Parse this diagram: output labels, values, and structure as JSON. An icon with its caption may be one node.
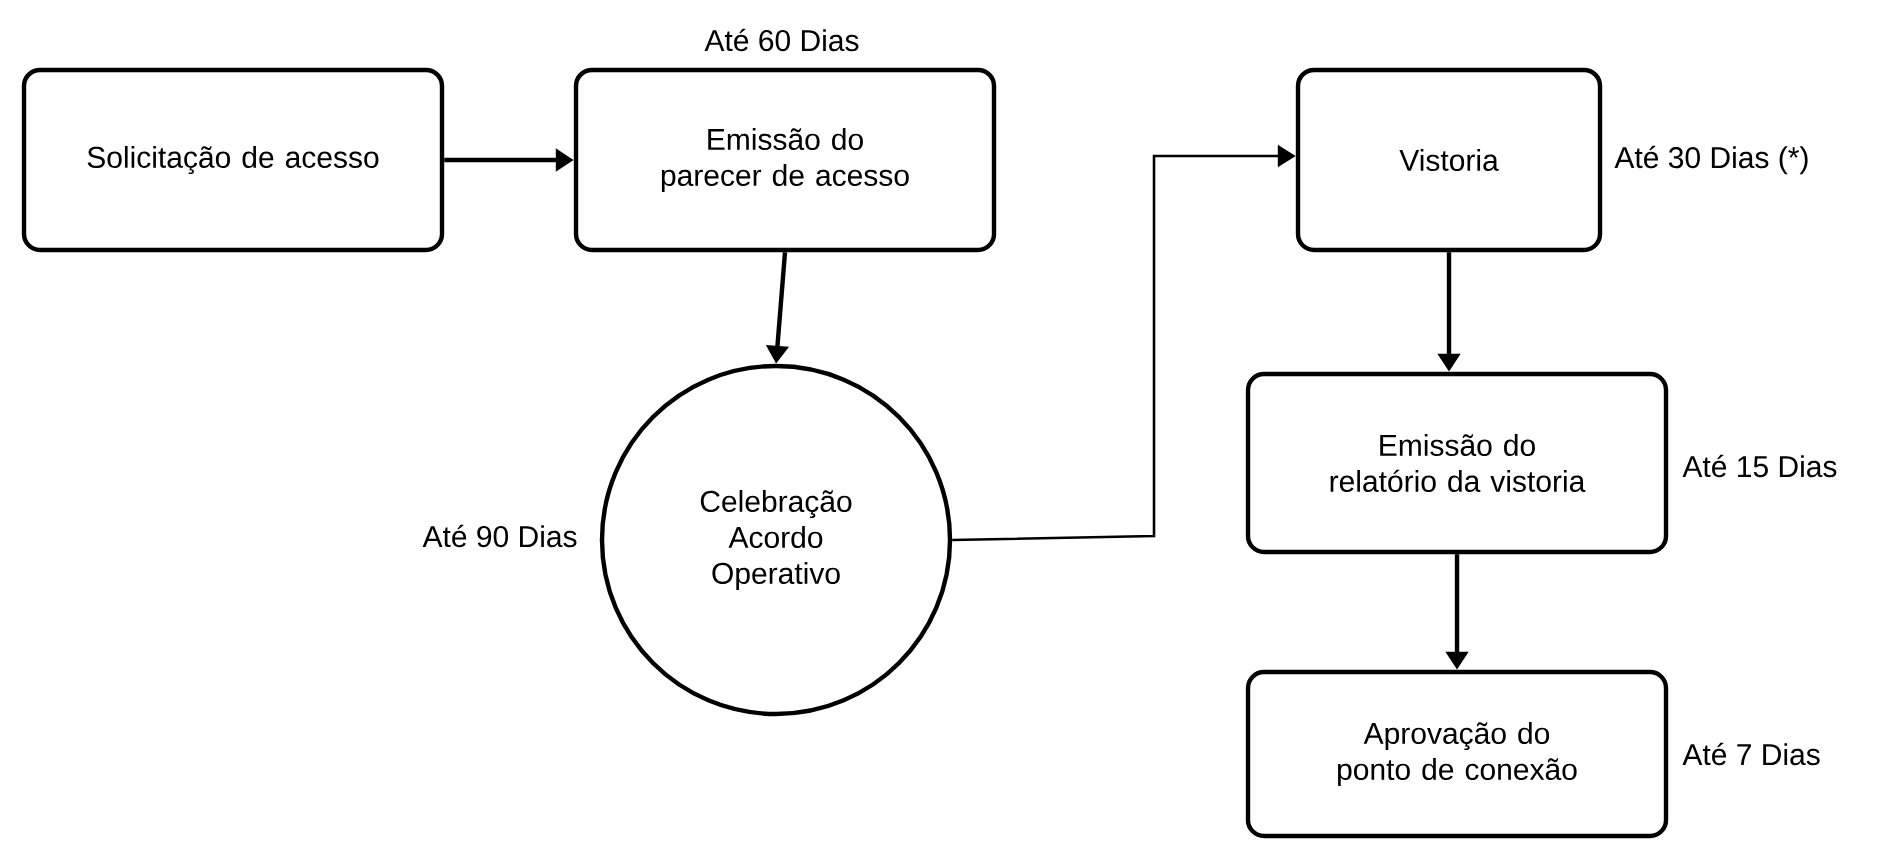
{
  "diagram": {
    "nodes": [
      {
        "text": [
          "Solicitação de acesso"
        ]
      },
      {
        "text": [
          "Emissão do parecer de acesso"
        ],
        "beside": [
          "Até 60 Dias"
        ]
      },
      {
        "text": [
          "Celebração Acordo Operativo"
        ],
        "beside": [
          "Até 90 Dias"
        ]
      },
      {
        "text": [
          "Vistoria"
        ],
        "beside": [
          "Até 30 Dias (*)"
        ]
      },
      {
        "text": [
          "Emissão do relatório da vistoria"
        ],
        "beside": [
          "Até 15 Dias"
        ]
      },
      {
        "text": [
          "Aprovação do ponto de conexão"
        ],
        "beside": [
          "Até 7 Dias"
        ]
      }
    ],
    "edges": [
      {
        "from": 0,
        "to": 1,
        "arrow": "to"
      },
      {
        "from": 1,
        "to": 2,
        "arrow": "to"
      },
      {
        "from": 2,
        "to": 3,
        "arrow": "to"
      },
      {
        "from": 3,
        "to": 4,
        "arrow": "to"
      },
      {
        "from": 4,
        "to": 5,
        "arrow": "to"
      }
    ]
  }
}
